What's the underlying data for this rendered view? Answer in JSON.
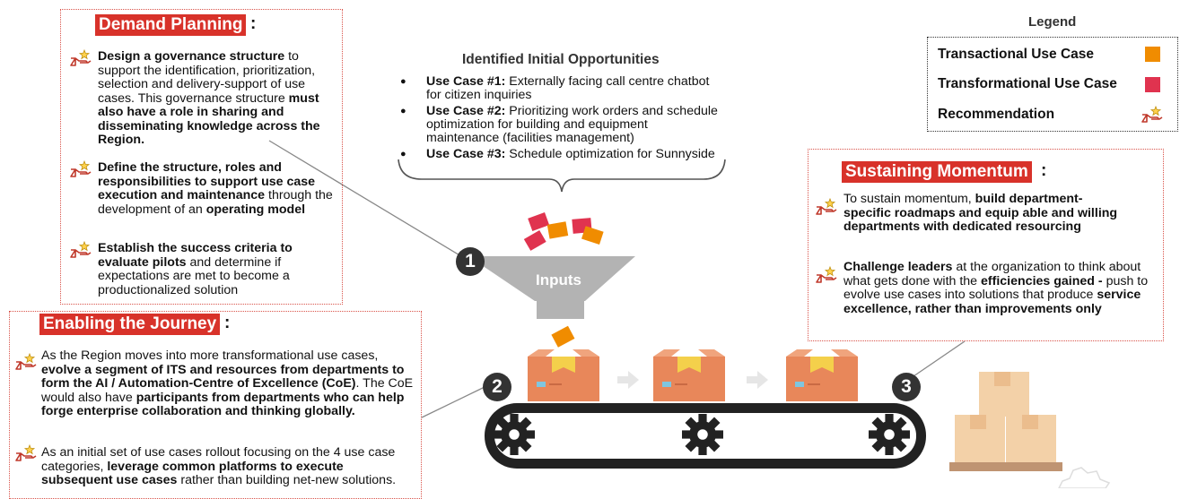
{
  "legend": {
    "title": "Legend",
    "rows": [
      {
        "label": "Transactional Use Case",
        "color": "#f08c00"
      },
      {
        "label": "Transformational Use Case",
        "color": "#e0334f"
      },
      {
        "label": "Recommendation",
        "icon": "hand-star-icon"
      }
    ]
  },
  "opportunities": {
    "title": "Identified Initial Opportunities",
    "items": [
      {
        "head": "Use Case #1:",
        "text": " Externally facing call centre chatbot for citizen inquiries"
      },
      {
        "head": "Use Case #2:",
        "text": " Prioritizing work orders and schedule optimization for building and equipment maintenance (facilities management)"
      },
      {
        "head": "Use Case #3:",
        "text": " Schedule optimization for Sunnyside"
      }
    ]
  },
  "funnel": {
    "label": "Inputs"
  },
  "steps": [
    "1",
    "2",
    "3"
  ],
  "demand": {
    "title": "Demand Planning",
    "colon": ":",
    "items": [
      [
        {
          "b": true,
          "t": "Design a governance structure"
        },
        {
          "b": false,
          "t": " to support the identification, prioritization, selection and delivery-support of use cases. This governance structure "
        },
        {
          "b": true,
          "t": "must also have a role in sharing and disseminating knowledge across the Region."
        }
      ],
      [
        {
          "b": true,
          "t": "Define the structure, roles and responsibilities to support use case execution and maintenance"
        },
        {
          "b": false,
          "t": " through the development of an "
        },
        {
          "b": true,
          "t": "operating model"
        }
      ],
      [
        {
          "b": true,
          "t": "Establish the success criteria to evaluate pilots"
        },
        {
          "b": false,
          "t": " and determine if expectations are met to become a productionalized solution"
        }
      ]
    ]
  },
  "enabling": {
    "title": "Enabling the Journey",
    "colon": ":",
    "items": [
      [
        {
          "b": false,
          "t": "As the Region moves into more transformational use cases, "
        },
        {
          "b": true,
          "t": "evolve a segment of ITS and resources from departments to form the AI / Automation-Centre of Excellence (CoE)"
        },
        {
          "b": false,
          "t": ". The CoE would also have "
        },
        {
          "b": true,
          "t": "participants from departments who can help forge enterprise collaboration and thinking globally."
        }
      ],
      [
        {
          "b": false,
          "t": "As an initial set of use cases rollout focusing on the 4 use case categories, "
        },
        {
          "b": true,
          "t": "leverage common platforms to execute subsequent use cases"
        },
        {
          "b": false,
          "t": " rather than building net-new solutions."
        }
      ]
    ]
  },
  "sustaining": {
    "title": "Sustaining Momentum",
    "colon": ":",
    "items": [
      [
        {
          "b": false,
          "t": "To sustain momentum, "
        },
        {
          "b": true,
          "t": "build department-specific roadmaps and equip able and willing departments with dedicated resourcing"
        }
      ],
      [
        {
          "b": true,
          "t": "Challenge leaders"
        },
        {
          "b": false,
          "t": " at the organization to think about what gets done with the "
        },
        {
          "b": true,
          "t": "efficiencies gained - "
        },
        {
          "b": false,
          "t": "push to evolve use cases into solutions that produce "
        },
        {
          "b": true,
          "t": "service excellence, rather than improvements only"
        }
      ]
    ]
  }
}
